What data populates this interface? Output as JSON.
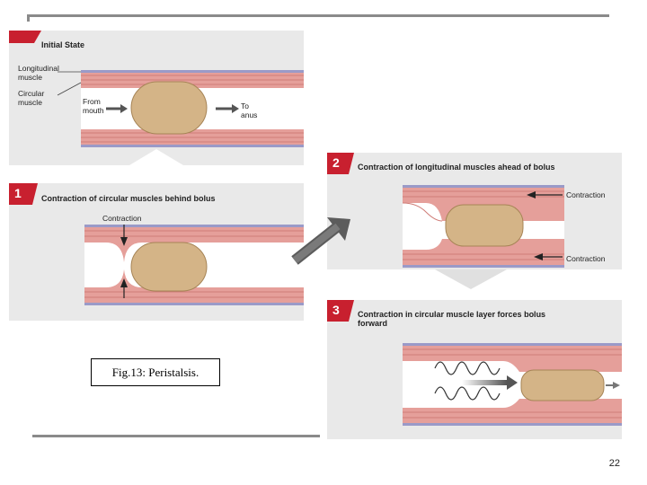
{
  "panels": {
    "initial": {
      "title": "Initial State",
      "label_longitudinal": "Longitudinal muscle",
      "label_circular": "Circular muscle",
      "label_from": "From mouth",
      "label_to": "To anus"
    },
    "step1": {
      "number": "1",
      "title": "Contraction of circular muscles behind bolus",
      "label_contraction": "Contraction"
    },
    "step2": {
      "number": "2",
      "title": "Contraction of longitudinal muscles ahead of bolus",
      "label_contraction_top": "Contraction",
      "label_contraction_bottom": "Contraction"
    },
    "step3": {
      "number": "3",
      "title": "Contraction in circular muscle layer forces bolus forward"
    }
  },
  "caption": "Fig.13: Peristalsis.",
  "page_number": "22",
  "colors": {
    "panel_bg": "#e9e9e9",
    "muscle": "#e59f9a",
    "muscle_dark": "#cf7d78",
    "lumen": "#ffffff",
    "bolus": "#d4b487",
    "bolus_edge": "#a68456",
    "badge": "#c8202f",
    "arrow": "#6f6f6f"
  }
}
